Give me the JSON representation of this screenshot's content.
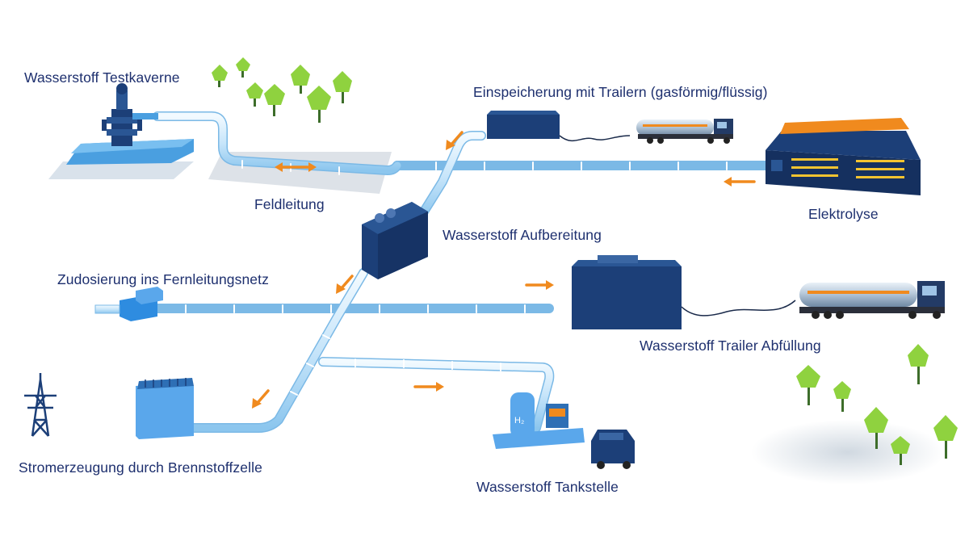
{
  "labels": {
    "test_cavern": "Wasserstoff Testkaverne",
    "trailer_storage": "Einspeicherung mit Trailern (gasförmig/flüssig)",
    "field_line": "Feldleitung",
    "electrolysis": "Elektrolyse",
    "processing": "Wasserstoff Aufbereitung",
    "grid_injection": "Zudosierung ins Fernleitungsnetz",
    "trailer_filling": "Wasserstoff Trailer Abfüllung",
    "fuel_cell": "Stromerzeugung durch Brennstoffzelle",
    "filling_station": "Wasserstoff Tankstelle"
  },
  "tank_marking": "H₂",
  "colors": {
    "pipe": "#cfe9fb",
    "pipe_edge": "#84c1ec",
    "unit_dark": "#1c3f78",
    "unit_mid": "#2a5694",
    "orange": "#f08a1e",
    "text": "#1d2f6e",
    "tree": "#8fd23f",
    "ground": "#e9f1f8"
  },
  "icons": [
    "cavern-wellhead-icon",
    "tree-icon",
    "transmission-tower-icon",
    "tanker-truck-icon",
    "car-icon",
    "flow-arrow-icon"
  ]
}
